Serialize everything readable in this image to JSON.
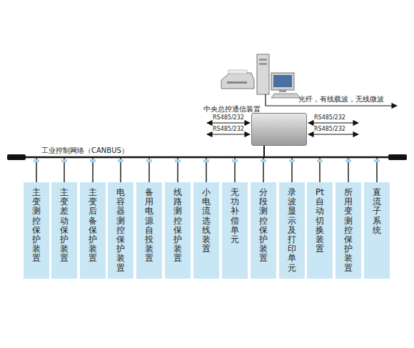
{
  "diagram": {
    "nodes": [
      {
        "text": [
          "中央总控通信装置"
        ]
      },
      {
        "text": [
          "主变测控保护装置"
        ]
      },
      {
        "text": [
          "主变差动保护装置"
        ]
      },
      {
        "text": [
          "主变后备保护装置"
        ]
      },
      {
        "text": [
          "电容器测控保护装置"
        ]
      },
      {
        "text": [
          "备用电源自投装置"
        ]
      },
      {
        "text": [
          "线路测控保护装置"
        ]
      },
      {
        "text": [
          "小电流选线装置"
        ]
      },
      {
        "text": [
          "无功补偿单元"
        ]
      },
      {
        "text": [
          "分段测控保护装置"
        ]
      },
      {
        "text": [
          "录波显示及打印单元"
        ]
      },
      {
        "text": [
          "Pt自动切换装置"
        ]
      },
      {
        "text": [
          "所用变测控保护装置"
        ]
      },
      {
        "text": [
          "直流子系统"
        ]
      }
    ],
    "edges": [
      {
        "from": 0,
        "to": 1,
        "arrow": "none"
      },
      {
        "from": 0,
        "to": 2,
        "arrow": "none"
      },
      {
        "from": 0,
        "to": 3,
        "arrow": "none"
      },
      {
        "from": 0,
        "to": 4,
        "arrow": "none"
      },
      {
        "from": 0,
        "to": 5,
        "arrow": "none"
      },
      {
        "from": 0,
        "to": 6,
        "arrow": "none"
      },
      {
        "from": 0,
        "to": 7,
        "arrow": "none"
      },
      {
        "from": 0,
        "to": 8,
        "arrow": "none"
      },
      {
        "from": 0,
        "to": 9,
        "arrow": "none"
      },
      {
        "from": 0,
        "to": 10,
        "arrow": "none"
      },
      {
        "from": 0,
        "to": 11,
        "arrow": "none"
      },
      {
        "from": 0,
        "to": 12,
        "arrow": "none"
      },
      {
        "from": 0,
        "to": 13,
        "arrow": "none"
      }
    ],
    "labels": [
      "光纤，有线载波，无线微波",
      "RS485/232",
      "RS485/232",
      "RS485/232",
      "RS485/232",
      "工业控制网络（CANBUS）"
    ]
  }
}
